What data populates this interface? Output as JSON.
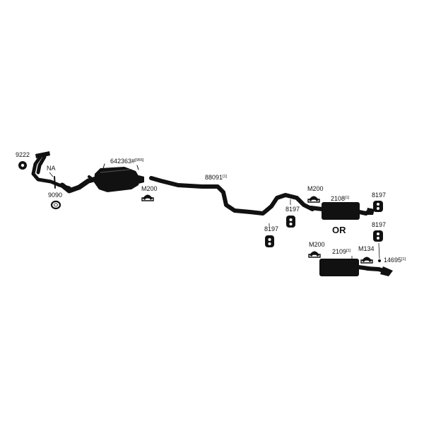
{
  "colors": {
    "background": "#ffffff",
    "ink": "#111111"
  },
  "parts": {
    "gasket_9222": {
      "number": "9222"
    },
    "na_pipe": {
      "number": "NA"
    },
    "gasket_9090": {
      "number": "9090"
    },
    "catalytic_converter": {
      "number": "642363#",
      "note": "[955]"
    },
    "clamp_m200_cat": {
      "number": "M200"
    },
    "intermediate_pipe": {
      "number": "88091",
      "note": "[1]"
    },
    "hanger_8197_a": {
      "number": "8197"
    },
    "hanger_8197_b": {
      "number": "8197"
    },
    "clamp_m200_muffler_top": {
      "number": "M200"
    },
    "muffler_2108": {
      "number": "2108",
      "note": "[1]"
    },
    "hanger_8197_c": {
      "number": "8197"
    },
    "or_divider": {
      "text": "OR"
    },
    "hanger_8197_d": {
      "number": "8197"
    },
    "clamp_m200_muffler_bottom": {
      "number": "M200"
    },
    "clamp_m134": {
      "number": "M134"
    },
    "muffler_2109": {
      "number": "2109",
      "note": "[1]"
    },
    "tip_14695": {
      "number": "14695",
      "note": "[1]"
    }
  }
}
